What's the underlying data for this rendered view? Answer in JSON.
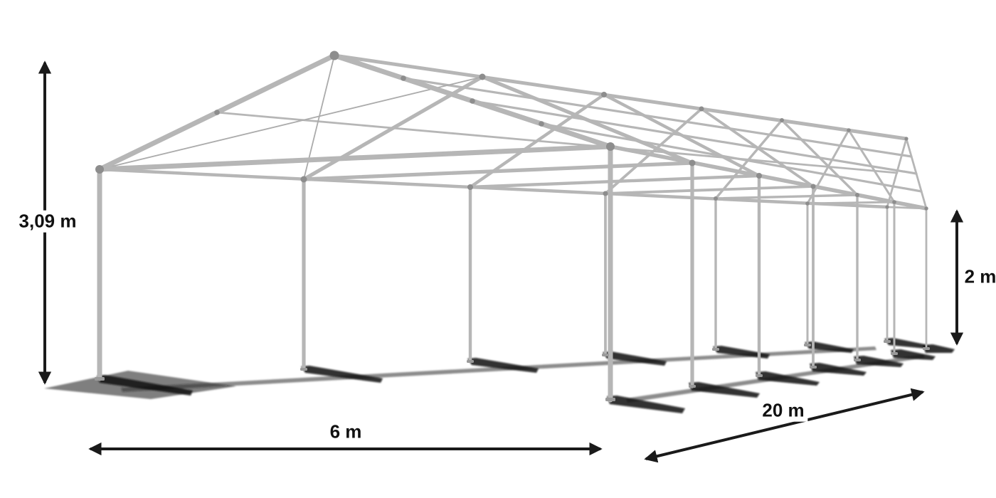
{
  "dimensions": {
    "ridge_height": {
      "label": "3,09 m"
    },
    "side_height": {
      "label": "2 m"
    },
    "width": {
      "label": "6 m"
    },
    "length": {
      "label": "20 m"
    }
  },
  "colors": {
    "background": "#ffffff",
    "frame": "#b6b6b6",
    "frame_dark": "#9a9a9a",
    "frame_joint": "#8d8d8d",
    "brace": "#ababab",
    "shadow": "#0b0b0b",
    "dimension": "#1a1a1a",
    "dimension_text": "#111111"
  }
}
